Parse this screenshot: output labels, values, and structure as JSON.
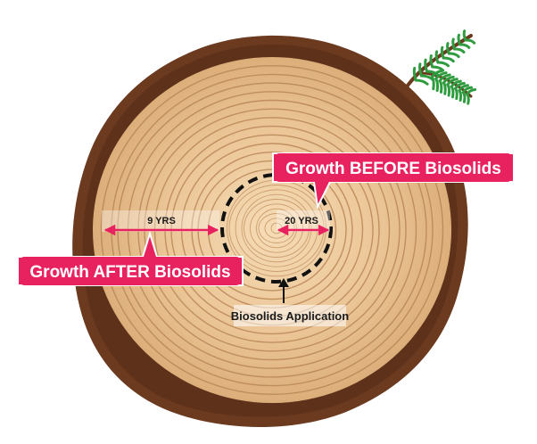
{
  "labels": {
    "growth_before": "Growth BEFORE Biosolids",
    "growth_after": "Growth AFTER Biosolids",
    "years_after": "9 YRS",
    "years_before": "20 YRS",
    "application": "Biosolids Application"
  },
  "colors": {
    "bark": "#6b3a1f",
    "bark_dark": "#4e2914",
    "wood_light": "#f2d3a8",
    "wood_mid": "#dcb07c",
    "ring_line": "#b98656",
    "accent_pink": "#e8225f",
    "needle_green": "#2e9b3e",
    "branch_brown": "#6b3a1f",
    "dashed_ring": "#111111"
  },
  "icons": {
    "branch": "pine-branch-icon"
  }
}
